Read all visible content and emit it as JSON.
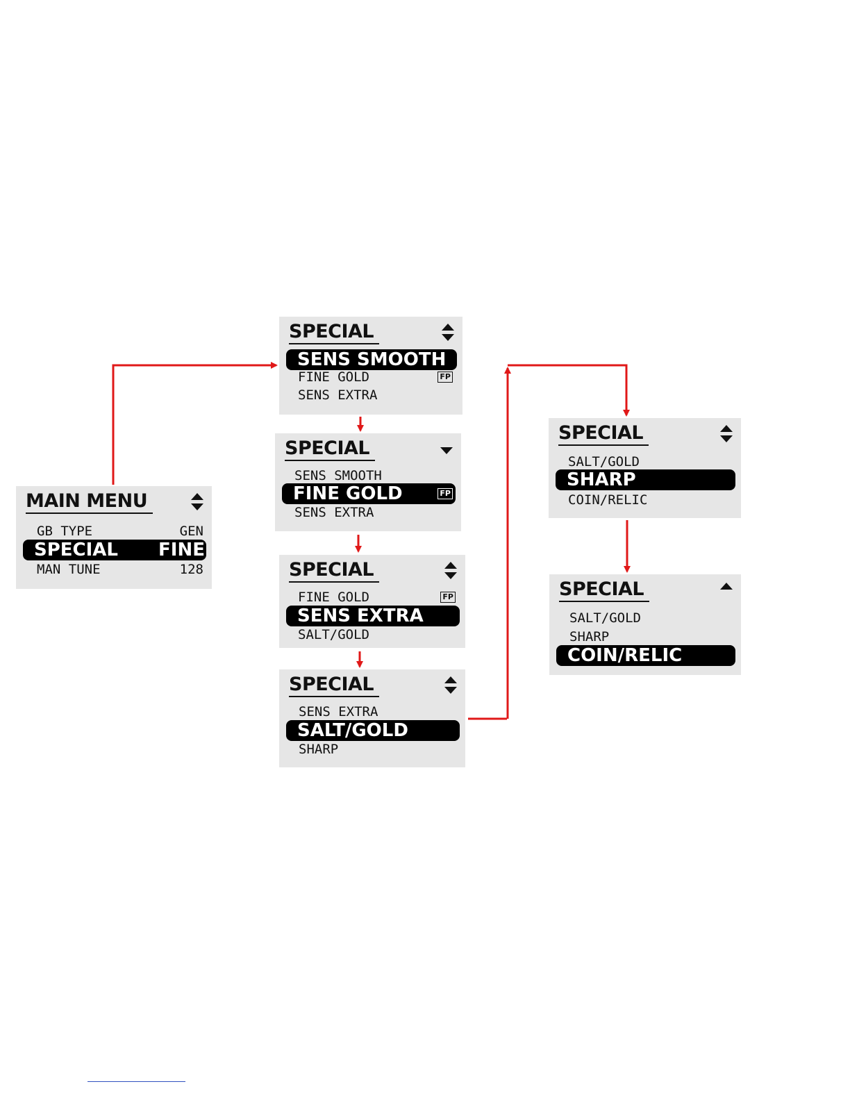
{
  "colors": {
    "arrow": "#e01818",
    "screen_bg": "#e6e6e6",
    "highlight": "#000000"
  },
  "main_menu": {
    "title": "MAIN MENU",
    "nav_icon": "up-down-arrow-icon",
    "rows": [
      {
        "label": "GB TYPE",
        "value": "GEN"
      },
      {
        "label": "SPECIAL",
        "value": "FINE",
        "selected": true
      },
      {
        "label": "MAN TUNE",
        "value": "128"
      }
    ]
  },
  "screens": [
    {
      "title": "SPECIAL",
      "nav_icon": "up-down-arrow-icon",
      "rows": [
        {
          "label": "SENS SMOOTH",
          "selected": true
        },
        {
          "label": "FINE GOLD",
          "badge": "FP"
        },
        {
          "label": "SENS EXTRA"
        }
      ]
    },
    {
      "title": "SPECIAL",
      "nav_icon": "down-arrow-icon",
      "rows": [
        {
          "label": "SENS SMOOTH"
        },
        {
          "label": "FINE GOLD",
          "badge": "FP",
          "selected": true
        },
        {
          "label": "SENS EXTRA"
        }
      ]
    },
    {
      "title": "SPECIAL",
      "nav_icon": "up-down-arrow-icon",
      "rows": [
        {
          "label": "FINE GOLD",
          "badge": "FP"
        },
        {
          "label": "SENS EXTRA",
          "selected": true
        },
        {
          "label": "SALT/GOLD"
        }
      ]
    },
    {
      "title": "SPECIAL",
      "nav_icon": "up-down-arrow-icon",
      "rows": [
        {
          "label": "SENS EXTRA"
        },
        {
          "label": "SALT/GOLD",
          "selected": true
        },
        {
          "label": "SHARP"
        }
      ]
    },
    {
      "title": "SPECIAL",
      "nav_icon": "up-down-arrow-icon",
      "rows": [
        {
          "label": "SALT/GOLD"
        },
        {
          "label": "SHARP",
          "selected": true
        },
        {
          "label": "COIN/RELIC"
        }
      ]
    },
    {
      "title": "SPECIAL",
      "nav_icon": "up-arrow-icon",
      "rows": [
        {
          "label": "SALT/GOLD"
        },
        {
          "label": "SHARP"
        },
        {
          "label": "COIN/RELIC",
          "selected": true
        }
      ]
    }
  ]
}
